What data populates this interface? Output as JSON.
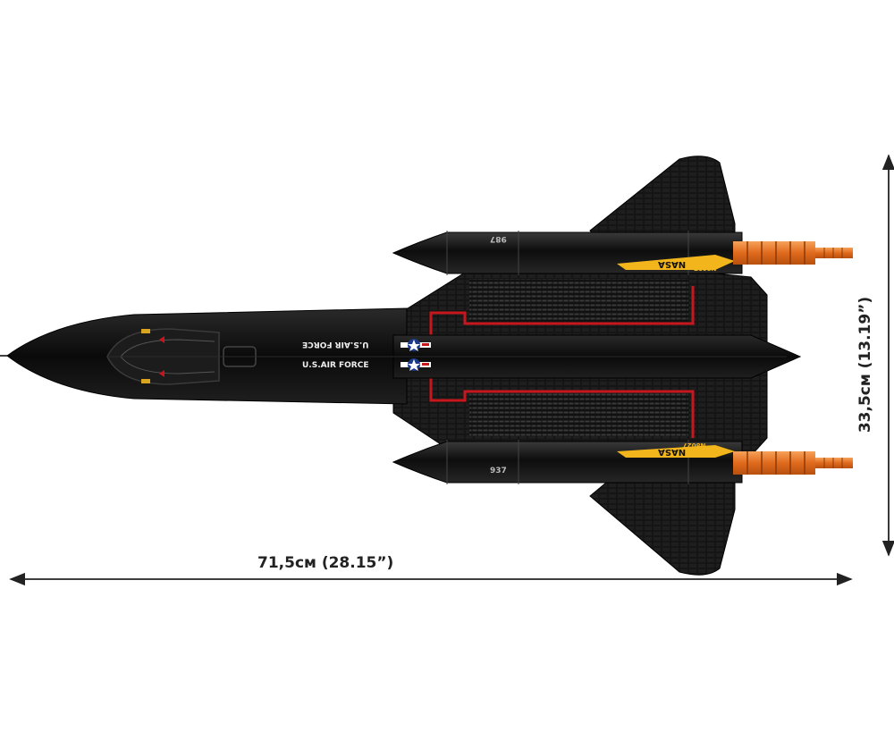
{
  "dimensions": {
    "width_label": "71,5см (28.15”)",
    "height_label": "33,5см (13.19”)"
  },
  "markings": {
    "air_force_top": "U.S.AIR FORCE",
    "air_force_bottom": "U.S.AIR FORCE",
    "tail_number_top": "987",
    "tail_number_bottom": "937",
    "agency_top": "NASA",
    "agency_bottom": "NASA",
    "serial_top": "N8027",
    "serial_bottom": "N8027"
  },
  "colors": {
    "aircraft_body": "#0e0e0e",
    "red_stripe": "#c8161d",
    "exhaust_orange": "#e8772a",
    "nasa_yellow": "#f2b61c",
    "arrow": "#222222"
  }
}
